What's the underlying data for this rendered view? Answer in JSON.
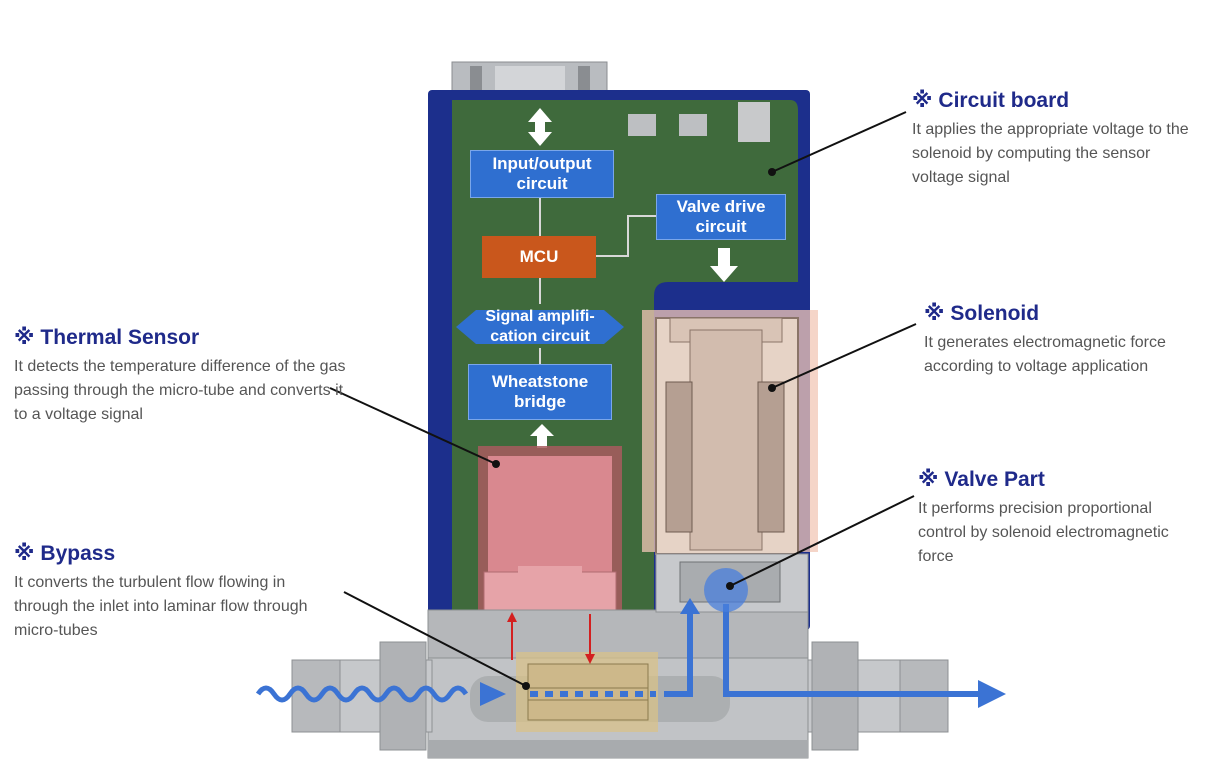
{
  "colors": {
    "board": "#3f6a3c",
    "housing": "#1c2f8c",
    "block_blue": "#2f6fd0",
    "mcu_orange": "#c9571c",
    "title_navy": "#1f2a8a",
    "flow_arrow": "#3b73d4"
  },
  "circuit": {
    "io": "Input/output circuit",
    "valve_drive": "Valve drive circuit",
    "mcu": "MCU",
    "signal_amp": "Signal amplifi-cation circuit",
    "wheatstone": "Wheatstone bridge"
  },
  "annotations": {
    "circuit_board": {
      "mark": "※",
      "title": "Circuit board",
      "desc": "It applies the appropriate voltage to the solenoid by computing the sensor voltage signal"
    },
    "solenoid": {
      "mark": "※",
      "title": "Solenoid",
      "desc": "It generates electromagnetic force according to voltage application"
    },
    "valve_part": {
      "mark": "※",
      "title": "Valve Part",
      "desc": "It performs precision proportional control by solenoid electromagnetic force"
    },
    "thermal_sensor": {
      "mark": "※",
      "title": "Thermal Sensor",
      "desc": "It detects the temperature difference of the gas passing through the micro-tube and converts it to a voltage signal"
    },
    "bypass": {
      "mark": "※",
      "title": "Bypass",
      "desc": "It converts the turbulent flow flowing in through the inlet into laminar flow through micro-tubes"
    }
  }
}
